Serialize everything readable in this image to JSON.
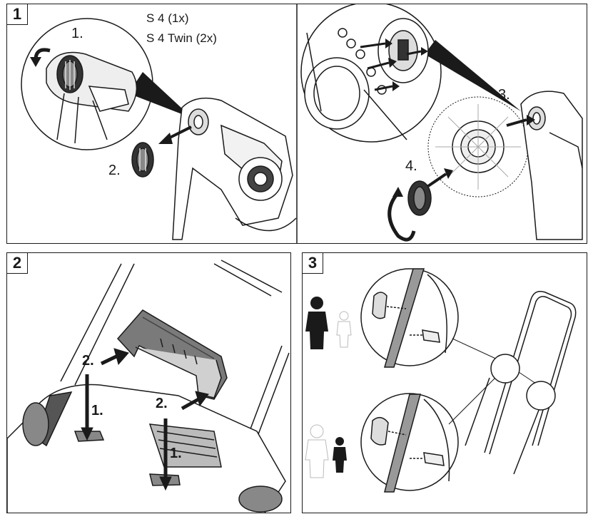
{
  "panel1": {
    "number": "1",
    "model_line1": "S 4 (1x)",
    "model_line2": "S 4 Twin (2x)",
    "step1": "1.",
    "step2": "2.",
    "step3": "3.",
    "step4": "4."
  },
  "panel2": {
    "number": "2",
    "step2a": "2.",
    "step1a": "1.",
    "step2b": "2.",
    "step1b": "1."
  },
  "panel3": {
    "number": "3"
  },
  "colors": {
    "line": "#1a1a1a",
    "handle_gray": "#7a7a7a",
    "handle_light": "#bfbfbf",
    "person_dark": "#1a1a1a",
    "person_light": "#d9d9d9"
  },
  "icons": [
    "rotate-arrow-icon",
    "pull-arrow-icon",
    "push-arrow-icon",
    "person-icon"
  ]
}
